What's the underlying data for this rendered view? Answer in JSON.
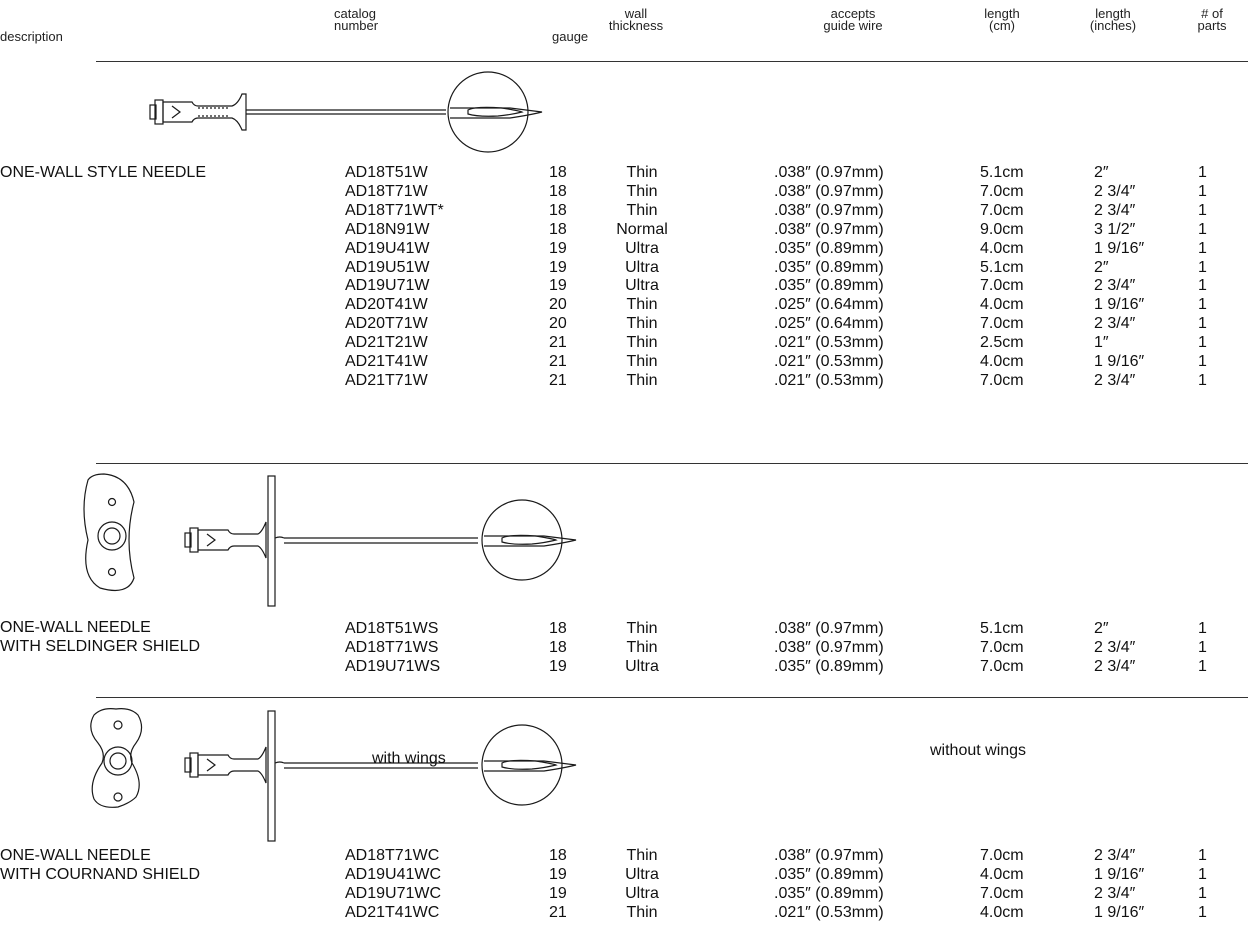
{
  "header": {
    "description": "description",
    "catalog_1": "catalog",
    "catalog_2": "number",
    "gauge": "gauge",
    "wall_1": "wall",
    "wall_2": "thickness",
    "wire_1": "accepts",
    "wire_2": "guide wire",
    "cm_1": "length",
    "cm_2": "(cm)",
    "in_1": "length",
    "in_2": "(inches)",
    "parts_1": "# of",
    "parts_2": "parts"
  },
  "sections": [
    {
      "title_lines": [
        "ONE-WALL STYLE NEEDLE"
      ],
      "rows": [
        {
          "catalog": "AD18T51W",
          "gauge": "18",
          "wall": "Thin",
          "wire": ".038″ (0.97mm)",
          "cm": "5.1cm",
          "in": "2″",
          "parts": "1"
        },
        {
          "catalog": "AD18T71W",
          "gauge": "18",
          "wall": "Thin",
          "wire": ".038″ (0.97mm)",
          "cm": "7.0cm",
          "in": "2 3/4″",
          "parts": "1"
        },
        {
          "catalog": "AD18T71WT*",
          "gauge": "18",
          "wall": "Thin",
          "wire": ".038″ (0.97mm)",
          "cm": "7.0cm",
          "in": "2 3/4″",
          "parts": "1"
        },
        {
          "catalog": "AD18N91W",
          "gauge": "18",
          "wall": "Normal",
          "wire": ".038″ (0.97mm)",
          "cm": "9.0cm",
          "in": "3 1/2″",
          "parts": "1"
        },
        {
          "catalog": "AD19U41W",
          "gauge": "19",
          "wall": "Ultra",
          "wire": ".035″ (0.89mm)",
          "cm": "4.0cm",
          "in": "1 9/16″",
          "parts": "1"
        },
        {
          "catalog": "AD19U51W",
          "gauge": "19",
          "wall": "Ultra",
          "wire": ".035″ (0.89mm)",
          "cm": "5.1cm",
          "in": "2″",
          "parts": "1"
        },
        {
          "catalog": "AD19U71W",
          "gauge": "19",
          "wall": "Ultra",
          "wire": ".035″ (0.89mm)",
          "cm": "7.0cm",
          "in": "2 3/4″",
          "parts": "1"
        },
        {
          "catalog": "AD20T41W",
          "gauge": "20",
          "wall": "Thin",
          "wire": ".025″ (0.64mm)",
          "cm": "4.0cm",
          "in": "1 9/16″",
          "parts": "1"
        },
        {
          "catalog": "AD20T71W",
          "gauge": "20",
          "wall": "Thin",
          "wire": ".025″ (0.64mm)",
          "cm": "7.0cm",
          "in": "2 3/4″",
          "parts": "1"
        },
        {
          "catalog": "AD21T21W",
          "gauge": "21",
          "wall": "Thin",
          "wire": ".021″ (0.53mm)",
          "cm": "2.5cm",
          "in": "1″",
          "parts": "1"
        },
        {
          "catalog": "AD21T41W",
          "gauge": "21",
          "wall": "Thin",
          "wire": ".021″ (0.53mm)",
          "cm": "4.0cm",
          "in": "1 9/16″",
          "parts": "1"
        },
        {
          "catalog": "AD21T71W",
          "gauge": "21",
          "wall": "Thin",
          "wire": ".021″ (0.53mm)",
          "cm": "7.0cm",
          "in": "2 3/4″",
          "parts": "1"
        }
      ]
    },
    {
      "title_lines": [
        "ONE-WALL NEEDLE",
        "WITH SELDINGER SHIELD"
      ],
      "rows": [
        {
          "catalog": "AD18T51WS",
          "gauge": "18",
          "wall": "Thin",
          "wire": ".038″ (0.97mm)",
          "cm": "5.1cm",
          "in": "2″",
          "parts": "1"
        },
        {
          "catalog": "AD18T71WS",
          "gauge": "18",
          "wall": "Thin",
          "wire": ".038″ (0.97mm)",
          "cm": "7.0cm",
          "in": "2 3/4″",
          "parts": "1"
        },
        {
          "catalog": "AD19U71WS",
          "gauge": "19",
          "wall": "Ultra",
          "wire": ".035″ (0.89mm)",
          "cm": "7.0cm",
          "in": "2 3/4″",
          "parts": "1"
        }
      ]
    },
    {
      "title_lines": [
        "ONE-WALL NEEDLE",
        "WITH COURNAND SHIELD"
      ],
      "rows": [
        {
          "catalog": "AD18T71WC",
          "gauge": "18",
          "wall": "Thin",
          "wire": ".038″ (0.97mm)",
          "cm": "7.0cm",
          "in": "2 3/4″",
          "parts": "1"
        },
        {
          "catalog": "AD19U41WC",
          "gauge": "19",
          "wall": "Ultra",
          "wire": ".035″ (0.89mm)",
          "cm": "4.0cm",
          "in": "1 9/16″",
          "parts": "1"
        },
        {
          "catalog": "AD19U71WC",
          "gauge": "19",
          "wall": "Ultra",
          "wire": ".035″ (0.89mm)",
          "cm": "7.0cm",
          "in": "2 3/4″",
          "parts": "1"
        },
        {
          "catalog": "AD21T41WC",
          "gauge": "21",
          "wall": "Thin",
          "wire": ".021″ (0.53mm)",
          "cm": "4.0cm",
          "in": "1 9/16″",
          "parts": "1"
        }
      ]
    }
  ],
  "notes": {
    "with_wings": "with wings",
    "without_wings": "without wings"
  },
  "colors": {
    "ink": "#111111",
    "rule": "#333333"
  }
}
